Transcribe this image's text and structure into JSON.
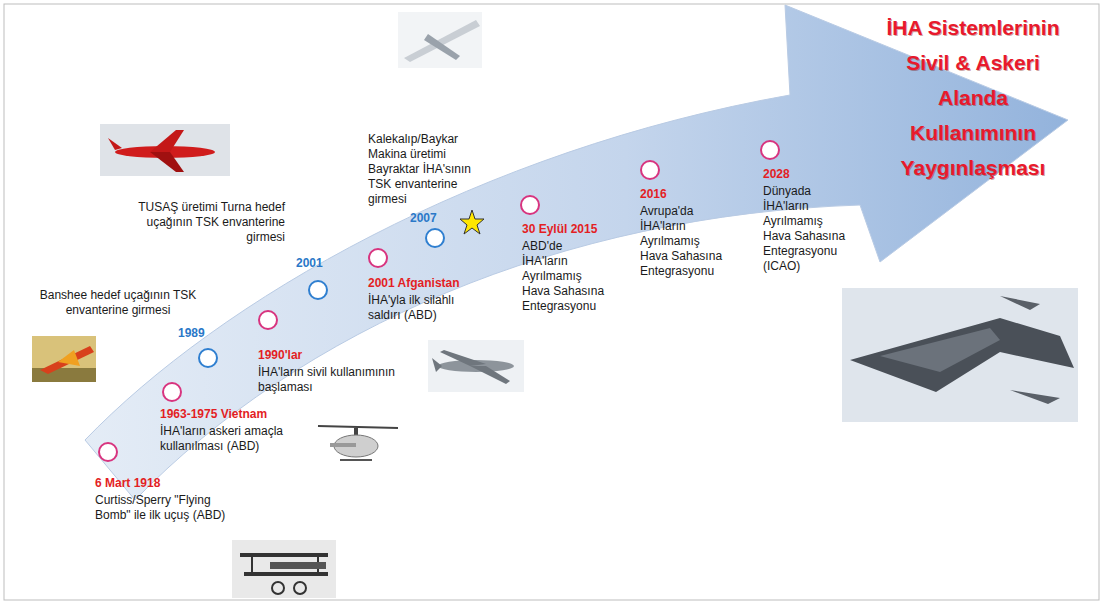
{
  "diagram": {
    "title": "İHA Sistemlerinin Sivil & Askeri Alanda Kullanımının Yaygınlaşması",
    "nodes": [
      {
        "text": [
          "6 Mart 1918",
          "Curtiss/Sperry \"Flying Bomb\" ile ilk uçuş (ABD)"
        ]
      },
      {
        "text": [
          "1963-1975 Vietnam",
          "İHA'ların askeri amaçla kullanılması (ABD)"
        ]
      },
      {
        "text": [
          "Banshee hedef uçağının TSK envanterine girmesi",
          "1989"
        ]
      },
      {
        "text": [
          "1990'lar",
          "İHA'ların sivil kullanımının başlaması"
        ]
      },
      {
        "text": [
          "TUSAŞ üretimi Turna hedef uçağının TSK envanterine girmesi",
          "2001"
        ]
      },
      {
        "text": [
          "2001 Afganistan",
          "İHA'yla ilk silahlı saldırı (ABD)"
        ]
      },
      {
        "text": [
          "Kalekalıp/Baykar Makina üretimi Bayraktar İHA'sının TSK envanterine girmesi",
          "2007"
        ]
      },
      {
        "text": [
          "30 Eylül 2015",
          "ABD'de İHA'ların Ayrılmamış Hava Sahasına Entegrasyonu"
        ]
      },
      {
        "text": [
          "2016",
          "Avrupa'da İHA'ların Ayrılmamış Hava Sahasına Entegrasyonu"
        ]
      },
      {
        "text": [
          "2028",
          "Dünyada İHA'ların Ayrılmamış Hava Sahasına Entegrasyonu (ICAO)"
        ]
      }
    ]
  }
}
